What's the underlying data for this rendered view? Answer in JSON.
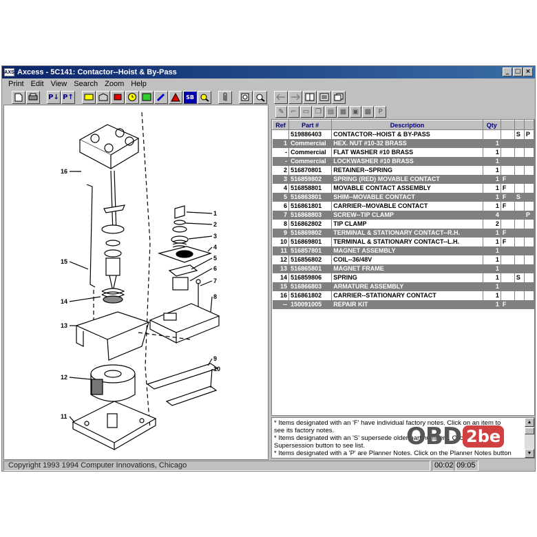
{
  "window": {
    "app_icon_text": "AXS",
    "title": "Axcess - 5C141: Contactor--Hoist & By-Pass",
    "min_glyph": "_",
    "max_glyph": "□",
    "close_glyph": "×"
  },
  "menu": [
    "Print",
    "Edit",
    "View",
    "Search",
    "Zoom",
    "Help"
  ],
  "toolbar": {
    "part_up_label": "P↓",
    "part_down_label": "P↑",
    "sb_label": "SB"
  },
  "diagram": {
    "callouts": [
      "1",
      "2",
      "3",
      "4",
      "5",
      "6",
      "7",
      "8",
      "9",
      "10",
      "11",
      "12",
      "13",
      "14",
      "15",
      "16"
    ]
  },
  "right_toolbar_last": "P",
  "parts_table": {
    "headers": [
      "Ref",
      "Part #",
      "Description",
      "Qty"
    ],
    "rows": [
      {
        "ref": "",
        "part": "519886403",
        "desc": "CONTACTOR--HOIST & BY-PASS",
        "qty": "",
        "f": "",
        "s": "S",
        "p": "P",
        "dark": false
      },
      {
        "ref": "1",
        "part": "Commercial",
        "desc": "HEX. NUT #10-32 BRASS",
        "qty": "1",
        "f": "",
        "s": "",
        "p": "",
        "dark": true
      },
      {
        "ref": "-",
        "part": "Commercial",
        "desc": "FLAT WASHER #10 BRASS",
        "qty": "1",
        "f": "",
        "s": "",
        "p": "",
        "dark": false
      },
      {
        "ref": "-",
        "part": "Commercial",
        "desc": "LOCKWASHER #10 BRASS",
        "qty": "1",
        "f": "",
        "s": "",
        "p": "",
        "dark": true
      },
      {
        "ref": "2",
        "part": "516870801",
        "desc": "RETAINER--SPRING",
        "qty": "1",
        "f": "",
        "s": "",
        "p": "",
        "dark": false
      },
      {
        "ref": "3",
        "part": "516859802",
        "desc": "SPRING (RED) MOVABLE CONTACT",
        "qty": "1",
        "f": "F",
        "s": "",
        "p": "",
        "dark": true
      },
      {
        "ref": "4",
        "part": "516858801",
        "desc": "MOVABLE CONTACT ASSEMBLY",
        "qty": "1",
        "f": "F",
        "s": "",
        "p": "",
        "dark": false
      },
      {
        "ref": "5",
        "part": "516863801",
        "desc": "SHIM--MOVABLE CONTACT",
        "qty": "1",
        "f": "F",
        "s": "S",
        "p": "",
        "dark": true
      },
      {
        "ref": "6",
        "part": "516861801",
        "desc": "CARRIER--MOVABLE CONTACT",
        "qty": "1",
        "f": "F",
        "s": "",
        "p": "",
        "dark": false
      },
      {
        "ref": "7",
        "part": "516868803",
        "desc": "SCREW--TIP CLAMP",
        "qty": "4",
        "f": "",
        "s": "",
        "p": "P",
        "dark": true
      },
      {
        "ref": "8",
        "part": "516862802",
        "desc": "TIP CLAMP",
        "qty": "2",
        "f": "",
        "s": "",
        "p": "",
        "dark": false
      },
      {
        "ref": "9",
        "part": "516869802",
        "desc": "TERMINAL & STATIONARY CONTACT--R.H.",
        "qty": "1",
        "f": "F",
        "s": "",
        "p": "",
        "dark": true
      },
      {
        "ref": "10",
        "part": "516869801",
        "desc": "TERMINAL & STATIONARY CONTACT--L.H.",
        "qty": "1",
        "f": "F",
        "s": "",
        "p": "",
        "dark": false
      },
      {
        "ref": "11",
        "part": "516857801",
        "desc": "MAGNET ASSEMBLY",
        "qty": "1",
        "f": "",
        "s": "",
        "p": "",
        "dark": true
      },
      {
        "ref": "12",
        "part": "516856802",
        "desc": "COIL--36/48V",
        "qty": "1",
        "f": "",
        "s": "",
        "p": "",
        "dark": false
      },
      {
        "ref": "13",
        "part": "516865801",
        "desc": "MAGNET FRAME",
        "qty": "1",
        "f": "",
        "s": "",
        "p": "",
        "dark": true
      },
      {
        "ref": "14",
        "part": "516859806",
        "desc": "SPRING",
        "qty": "1",
        "f": "",
        "s": "S",
        "p": "",
        "dark": false
      },
      {
        "ref": "15",
        "part": "516866803",
        "desc": "ARMATURE ASSEMBLY",
        "qty": "1",
        "f": "",
        "s": "",
        "p": "",
        "dark": true
      },
      {
        "ref": "16",
        "part": "516861802",
        "desc": "CARRIER--STATIONARY CONTACT",
        "qty": "1",
        "f": "",
        "s": "",
        "p": "",
        "dark": false
      },
      {
        "ref": "--",
        "part": "150091005",
        "desc": "REPAIR KIT",
        "qty": "1",
        "f": "F",
        "s": "",
        "p": "",
        "dark": true
      }
    ]
  },
  "notes": {
    "line1": "* Items designated with an 'F' have individual factory notes.  Click on an item to",
    "line2": "see its factory notes.",
    "line3": " * Items designated with an 'S' supersede older part numbers.  Click on the",
    "line4": "Supersession button to see list.",
    "line5": " * Items designated with a 'P' are Planner Notes.  Click on the Planner Notes button"
  },
  "scroll": {
    "up_glyph": "▲",
    "down_glyph": "▼"
  },
  "status": {
    "copyright": "Copyright 1993 1994 Computer Innovations, Chicago",
    "time1": "00:02",
    "time2": "09:05"
  },
  "watermark": {
    "text": "OBD",
    "box": "2be"
  },
  "colors": {
    "title_bar": "#0a246a",
    "dark_row": "#808080",
    "header_text": "#000080",
    "watermark_box": "#d04040"
  }
}
